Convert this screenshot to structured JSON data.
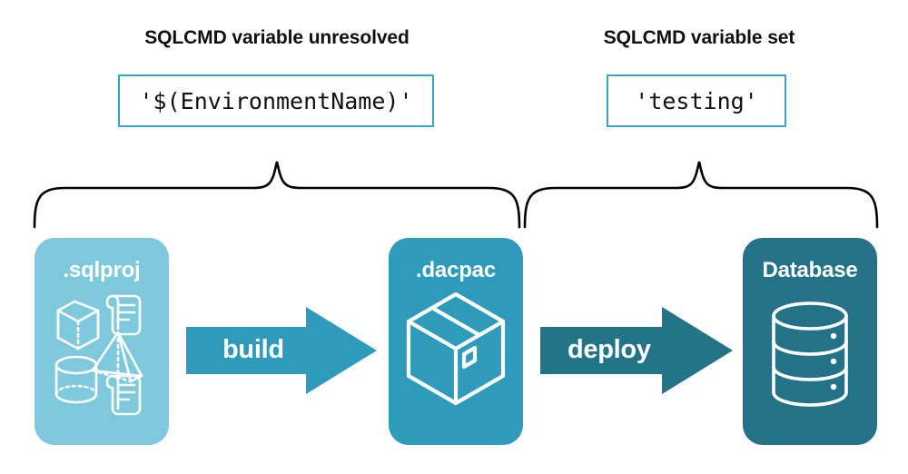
{
  "headings": {
    "unresolved": "SQLCMD variable unresolved",
    "set": "SQLCMD variable set"
  },
  "values": {
    "unresolved": "'$(EnvironmentName)'",
    "set": "'testing'"
  },
  "stages": [
    {
      "key": "sqlproj",
      "label": ".sqlproj",
      "color": "#7fc9dd"
    },
    {
      "key": "dacpac",
      "label": ".dacpac",
      "color": "#2e9bbc"
    },
    {
      "key": "database",
      "label": "Database",
      "color": "#237487"
    }
  ],
  "arrows": [
    {
      "key": "build",
      "label": "build",
      "color": "#2e9bbc"
    },
    {
      "key": "deploy",
      "label": "deploy",
      "color": "#237487"
    }
  ],
  "colors": {
    "light_teal": "#7fc9dd",
    "mid_teal": "#2e9bbc",
    "dark_teal": "#237487",
    "box_border": "#3ba7c6",
    "text_dark": "#101010",
    "brace_stroke": "#000000",
    "white": "#ffffff"
  },
  "icons": {
    "sqlproj": [
      "cube-icon",
      "scroll-icon",
      "pyramid-icon",
      "cylinder-icon",
      "scroll-icon"
    ],
    "dacpac": [
      "package-box-icon"
    ],
    "database": [
      "database-cylinder-icon"
    ]
  }
}
